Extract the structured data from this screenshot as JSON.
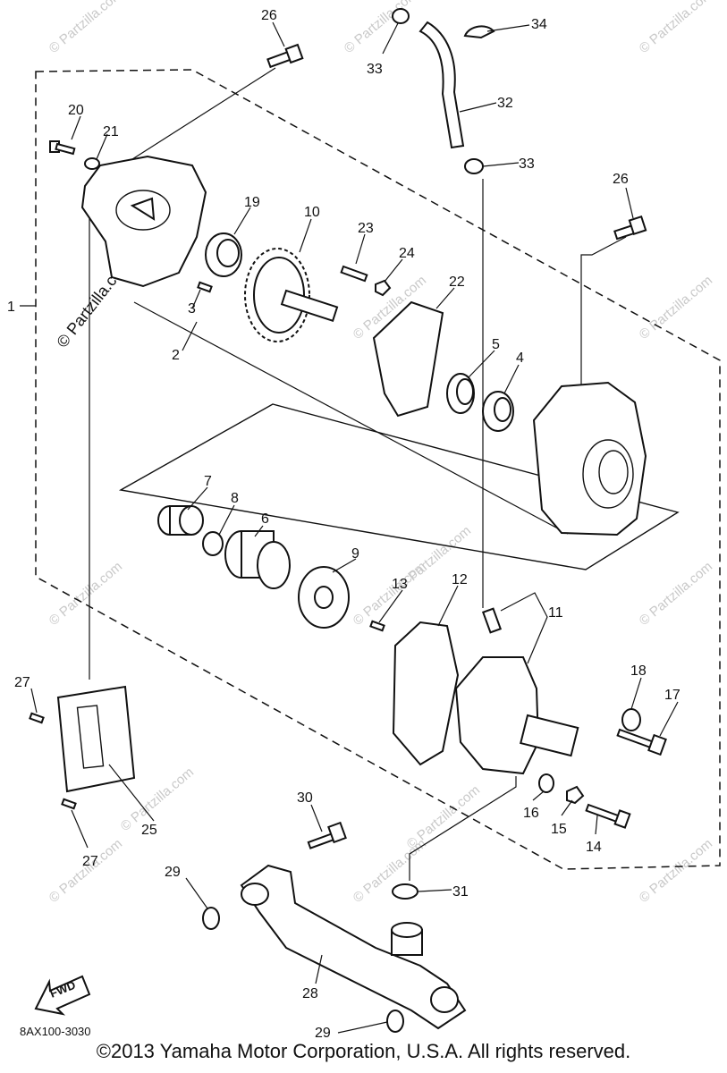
{
  "diagram": {
    "callouts": {
      "c1": "1",
      "c2": "2",
      "c3": "3",
      "c4": "4",
      "c5": "5",
      "c6": "6",
      "c7": "7",
      "c8": "8",
      "c9": "9",
      "c10": "10",
      "c11": "11",
      "c12": "12",
      "c13": "13",
      "c14": "14",
      "c15": "15",
      "c16": "16",
      "c17": "17",
      "c18": "18",
      "c19": "19",
      "c20": "20",
      "c21": "21",
      "c22": "22",
      "c23": "23",
      "c24": "24",
      "c25": "25",
      "c26a": "26",
      "c26b": "26",
      "c27a": "27",
      "c27b": "27",
      "c28": "28",
      "c29a": "29",
      "c29b": "29",
      "c30": "30",
      "c31": "31",
      "c32": "32",
      "c33a": "33",
      "c33b": "33",
      "c34": "34"
    },
    "arrow_label": "FWD",
    "diagram_code": "8AX100-3030",
    "watermark_text": "© Partzilla.com",
    "copyright": "©2013  Yamaha Motor Corporation, U.S.A. All rights reserved."
  }
}
